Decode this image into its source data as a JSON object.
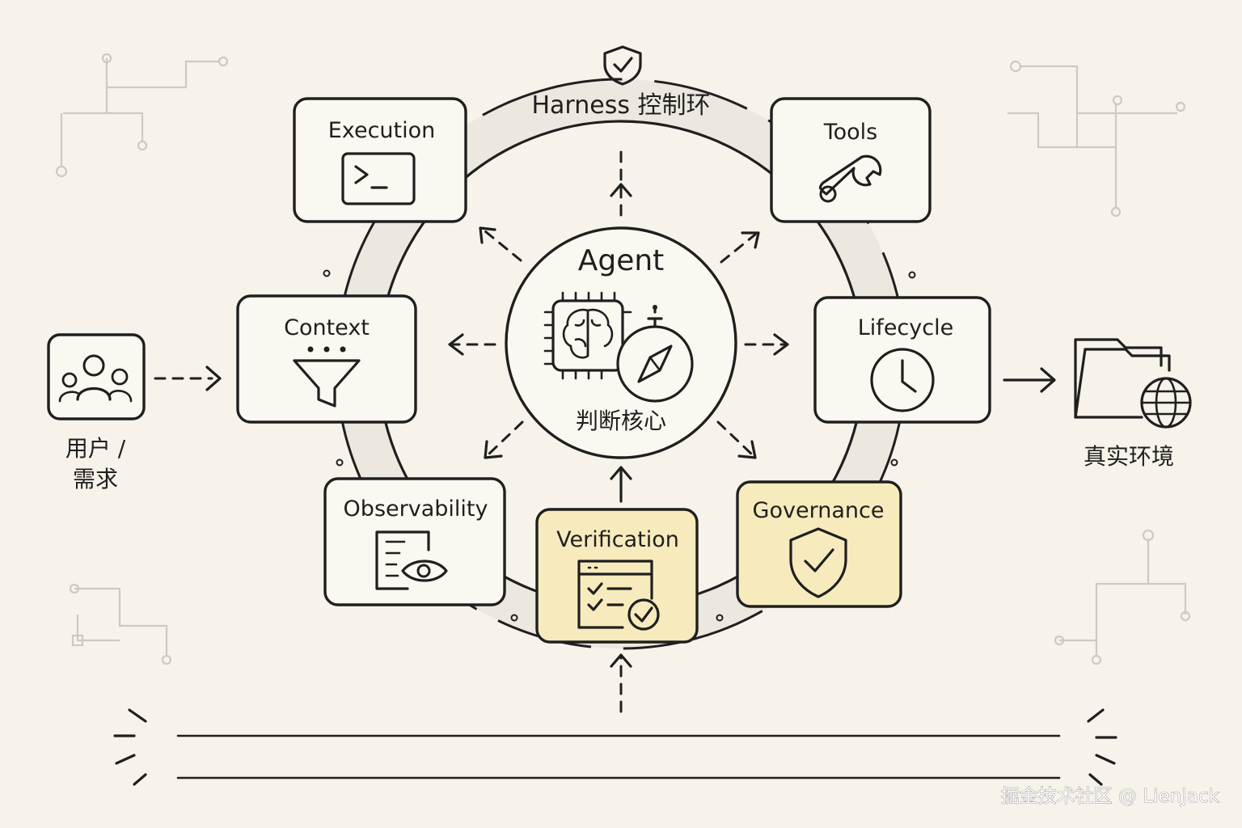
{
  "diagram": {
    "ring_title": "Harness 控制环",
    "agent": {
      "title": "Agent",
      "subtitle": "判断核心"
    },
    "modules": {
      "execution": "Execution",
      "tools": "Tools",
      "context": "Context",
      "lifecycle": "Lifecycle",
      "observability": "Observability",
      "verification": "Verification",
      "governance": "Governance"
    },
    "user": {
      "line1": "用户 /",
      "line2": "需求"
    },
    "environment": "真实环境",
    "watermark": "掘金技术社区 @ LienJack",
    "highlight_color": "#f7ebbd",
    "icons": {
      "execution": "terminal-icon",
      "tools": "wrench-icon",
      "context": "funnel-icon",
      "lifecycle": "clock-icon",
      "observability": "log-eye-icon",
      "verification": "checklist-icon",
      "governance": "shield-check-icon",
      "ring": "shield-check-icon",
      "agent": "brain-chip-compass-icon",
      "user": "users-icon",
      "environment": "folder-globe-icon"
    }
  }
}
